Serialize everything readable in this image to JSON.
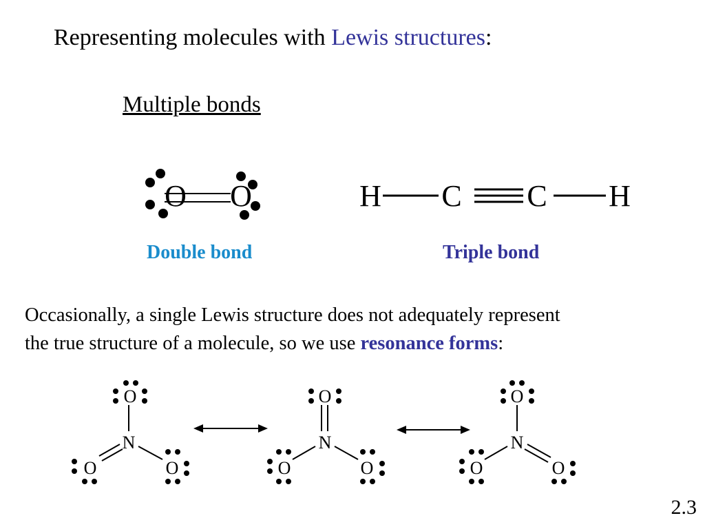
{
  "slide": {
    "title_prefix": "Representing molecules with ",
    "title_highlight": "Lewis structures",
    "title_suffix": ":",
    "subtitle": "Multiple bonds",
    "double_bond_label": "Double bond",
    "triple_bond_label": "Triple bond",
    "paragraph_line1": "Occasionally, a single Lewis structure does not adequately represent",
    "paragraph_line2_prefix": "the true structure of a molecule, so we use ",
    "paragraph_highlight": "resonance forms",
    "paragraph_suffix": ":",
    "page_number": "2.3"
  },
  "molecules": {
    "o2": {
      "left_atom": "O",
      "right_atom": "O"
    },
    "acetylene": {
      "h1": "H",
      "c1": "C",
      "c2": "C",
      "h2": "H"
    },
    "nitrate": {
      "oxygen": "O",
      "nitrogen": "N"
    }
  },
  "colors": {
    "highlight": "#333399",
    "double_bond_caption": "#1a8ccc"
  }
}
